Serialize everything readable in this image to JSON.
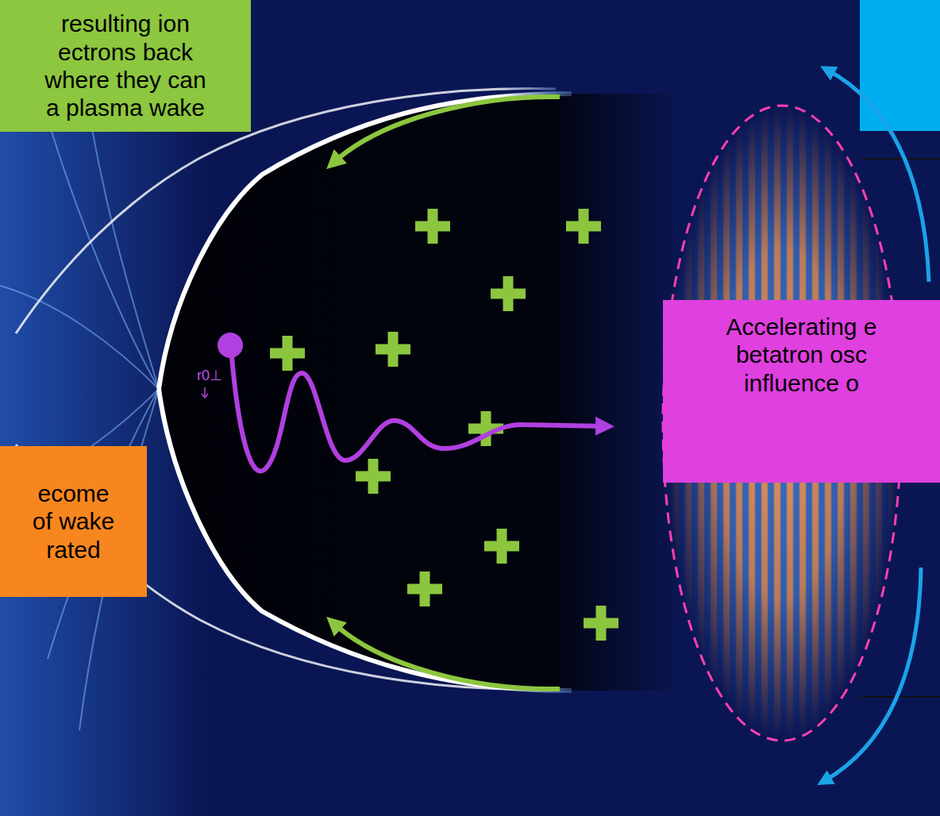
{
  "diagram": {
    "nodes": [
      {
        "text": [
          "resulting ion ectrons back where they can a plasma wake"
        ]
      },
      {
        "text": [
          "Accelerating e betatron osc influence o"
        ]
      },
      {
        "text": [
          "ecome of wake rated"
        ]
      }
    ],
    "labels": [
      "r0⊥"
    ]
  }
}
